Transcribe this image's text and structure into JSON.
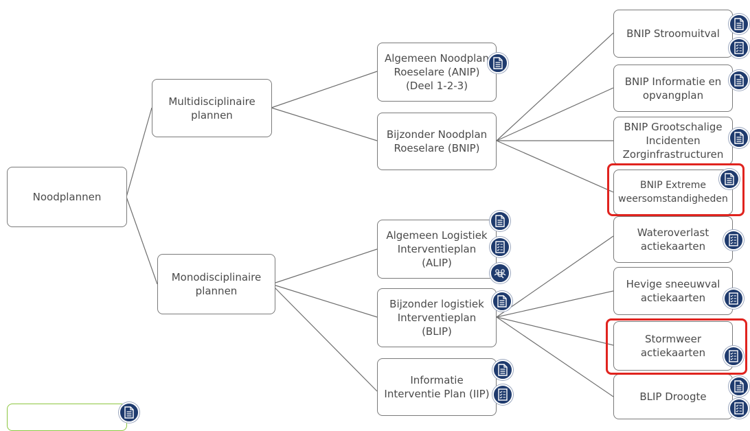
{
  "root": {
    "label": "Noodplannen"
  },
  "level1": {
    "multi": "Multidisciplinaire\nplannen",
    "mono": "Monodisciplinaire\nplannen"
  },
  "level2": {
    "anip": "Algemeen Noodplan\nRoeselare (ANIP)\n(Deel 1-2-3)",
    "bnip": "Bijzonder Noodplan\nRoeselare (BNIP)",
    "alip": "Algemeen Logistiek\nInterventieplan\n(ALIP)",
    "blip": "Bijzonder logistiek\nInterventieplan\n(BLIP)",
    "iip": "Informatie\nInterventie Plan (IIP)"
  },
  "level3": {
    "stroomuitval": "BNIP Stroomuitval",
    "informatie": "BNIP Informatie en\nopvangplan",
    "grootschalige": "BNIP Grootschalige\nIncidenten\nZorginfrastructuren",
    "extreme": "BNIP Extreme\nweersomstandigheden",
    "wateroverlast": "Wateroverlast\nactiekaarten",
    "sneeuwval": "Hevige sneeuwval\nactiekaarten",
    "stormweer": "Stormweer\nactiekaarten",
    "droogte": "BLIP Droogte"
  },
  "icons": {
    "document": "document-icon",
    "checklist": "checklist-icon",
    "search": "people-search-icon"
  },
  "colors": {
    "icon_fill": "#1f3b6e",
    "highlight": "#e0231e",
    "line": "#6e6e6e",
    "box_border": "#7a7a7a"
  }
}
